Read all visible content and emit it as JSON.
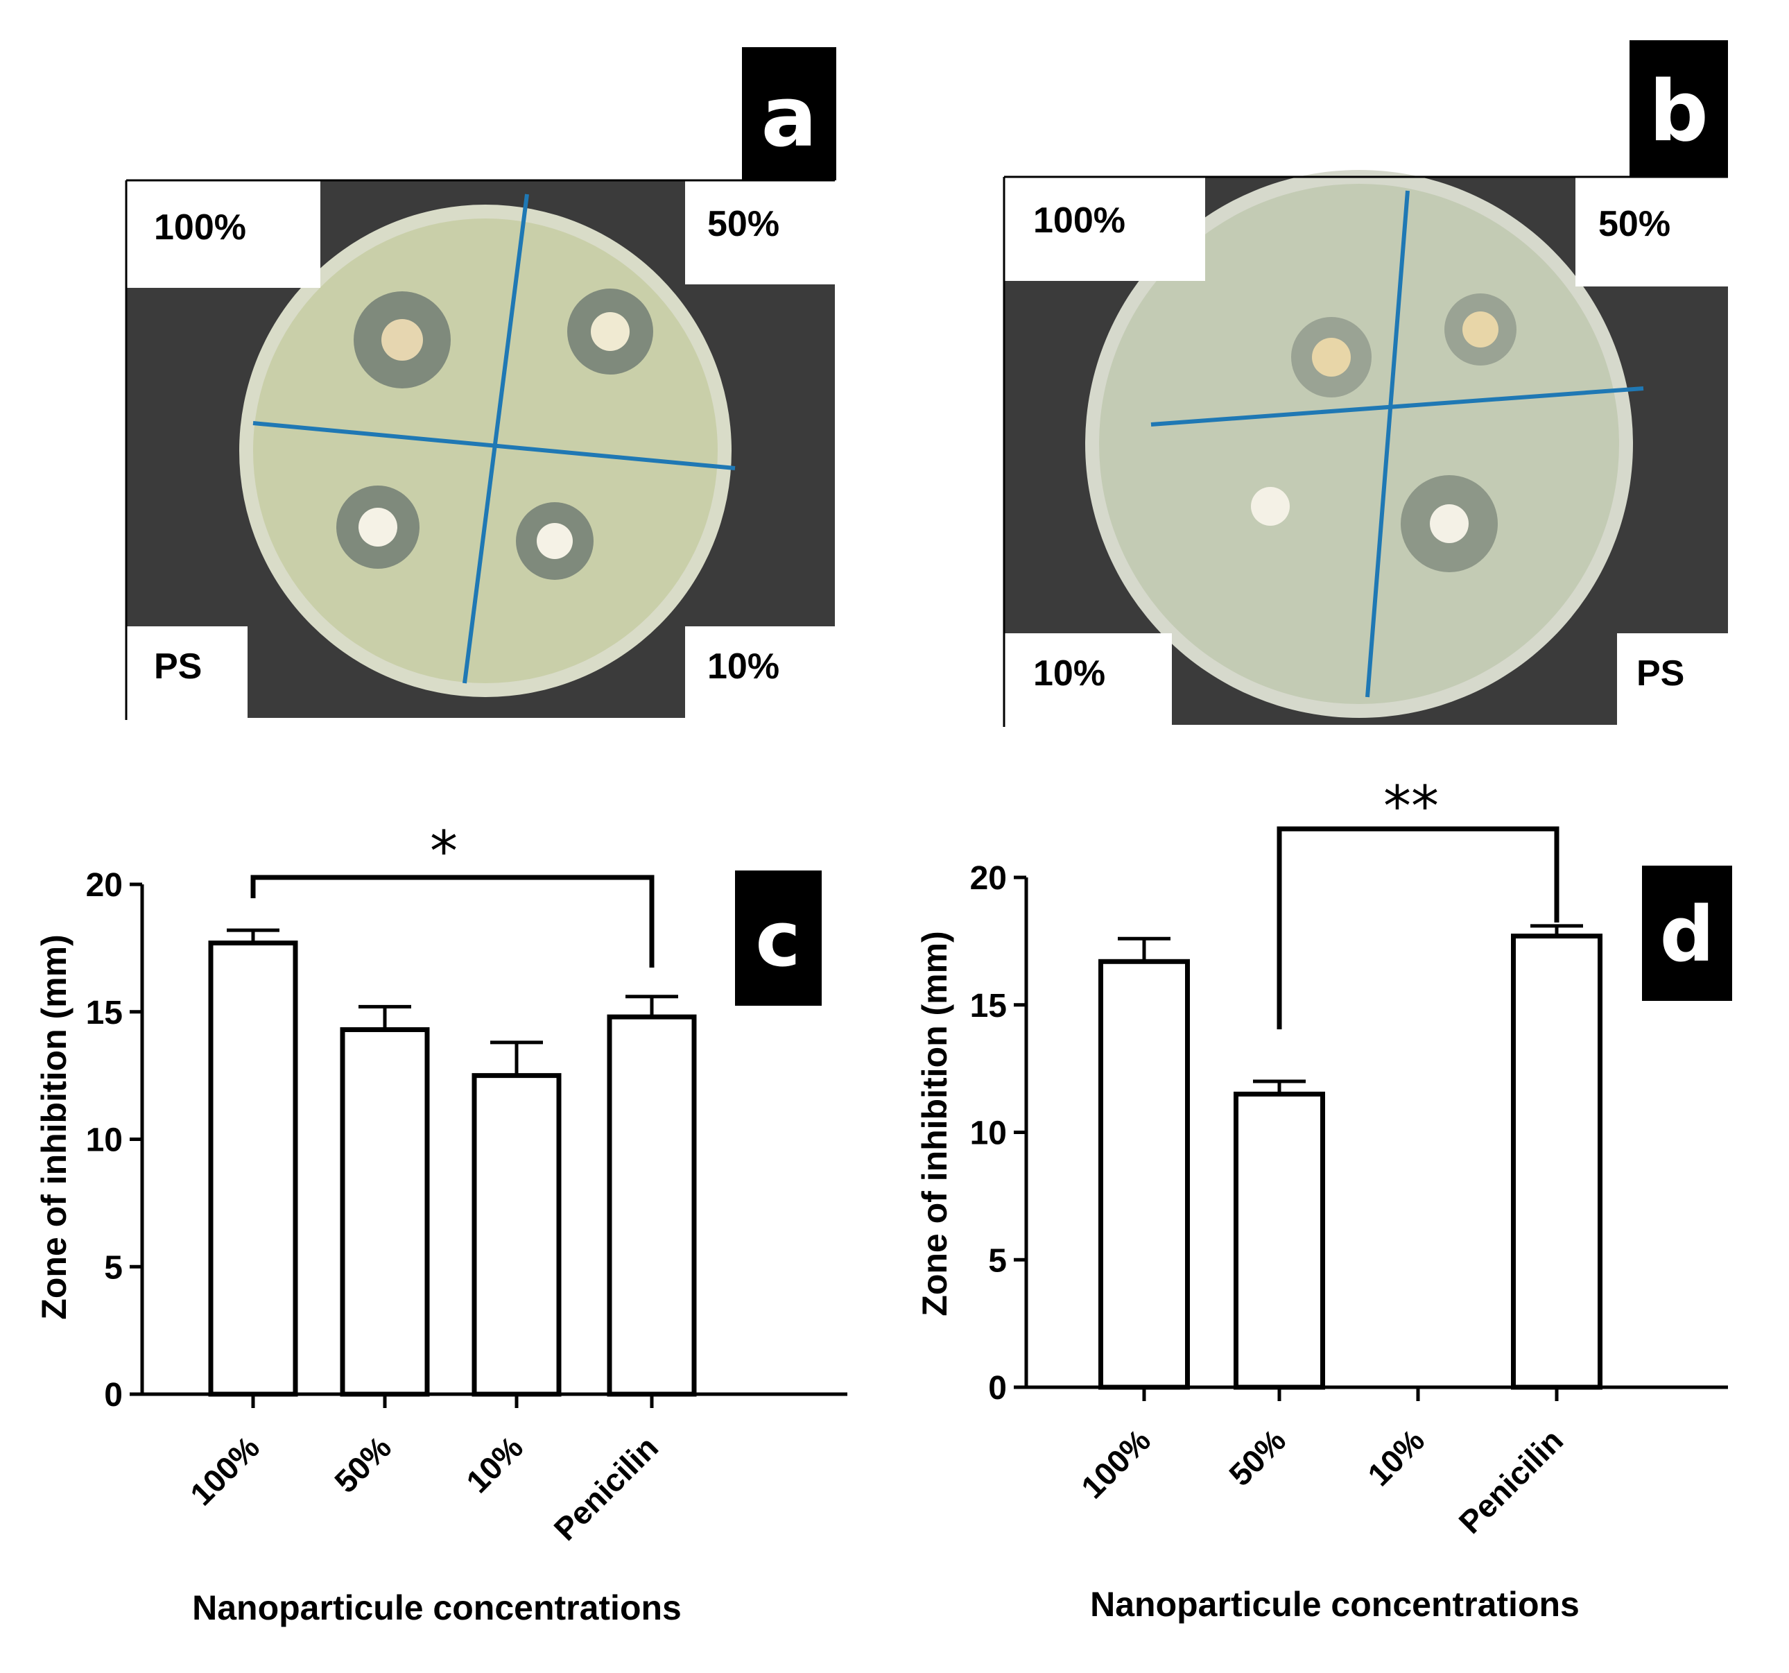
{
  "panels": {
    "a": {
      "letter": "a",
      "labels": {
        "top_left": "100%",
        "top_right": "50%",
        "bottom_left": "PS",
        "bottom_right": "10%"
      }
    },
    "b": {
      "letter": "b",
      "labels": {
        "top_left": "100%",
        "top_right": "50%",
        "bottom_left": "10%",
        "bottom_right": "PS"
      }
    }
  },
  "colors": {
    "axis": "#000000",
    "bar_fill": "#ffffff",
    "plate_bg": "#3a3a3a",
    "agar": "#c9cfa9",
    "marker_ink": "#1f78b4"
  },
  "chart_data": [
    {
      "type": "bar",
      "panel_letter": "c",
      "categories": [
        "100%",
        "50%",
        "10%",
        "Penicilin"
      ],
      "values": [
        17.7,
        14.3,
        12.5,
        14.8
      ],
      "errors": [
        0.5,
        0.9,
        1.3,
        0.8
      ],
      "ylabel": "Zone of inhibition (mm)",
      "xlabel": "Nanoparticule concentrations",
      "ylim": [
        0,
        20
      ],
      "yticks": [
        0,
        5,
        10,
        15,
        20
      ],
      "significance": {
        "from": "100%",
        "to": "Penicilin",
        "label": "*"
      }
    },
    {
      "type": "bar",
      "panel_letter": "d",
      "categories": [
        "100%",
        "50%",
        "10%",
        "Penicilin"
      ],
      "values": [
        16.7,
        11.5,
        null,
        17.7
      ],
      "errors": [
        0.9,
        0.5,
        null,
        0.4
      ],
      "ylabel": "Zone of inhibition (mm)",
      "xlabel": "Nanoparticule concentrations",
      "ylim": [
        0,
        20
      ],
      "yticks": [
        0,
        5,
        10,
        15,
        20
      ],
      "significance": {
        "from": "50%",
        "to": "Penicilin",
        "label": "**"
      }
    }
  ]
}
